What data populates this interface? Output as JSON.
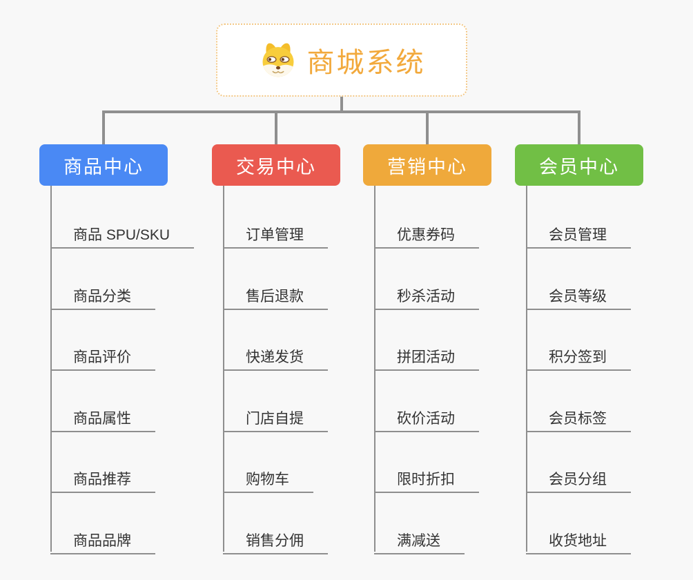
{
  "root": {
    "label": "商城系统",
    "icon": "doge-icon",
    "text_color": "#f2a93c",
    "border_color": "#f3c886"
  },
  "connector_color": "#8f8f8f",
  "item_line_color": "#8e8e8e",
  "item_text_color": "#333333",
  "background_color": "#f8f8f8",
  "branches": [
    {
      "label": "商品中心",
      "color": "#4a89f4",
      "items": [
        "商品 SPU/SKU",
        "商品分类",
        "商品评价",
        "商品属性",
        "商品推荐",
        "商品品牌"
      ]
    },
    {
      "label": "交易中心",
      "color": "#ea5a50",
      "items": [
        "订单管理",
        "售后退款",
        "快递发货",
        "门店自提",
        "购物车",
        "销售分佣"
      ]
    },
    {
      "label": "营销中心",
      "color": "#efa93b",
      "items": [
        "优惠券码",
        "秒杀活动",
        "拼团活动",
        "砍价活动",
        "限时折扣",
        "满减送"
      ]
    },
    {
      "label": "会员中心",
      "color": "#71bf45",
      "items": [
        "会员管理",
        "会员等级",
        "积分签到",
        "会员标签",
        "会员分组",
        "收货地址"
      ]
    }
  ]
}
